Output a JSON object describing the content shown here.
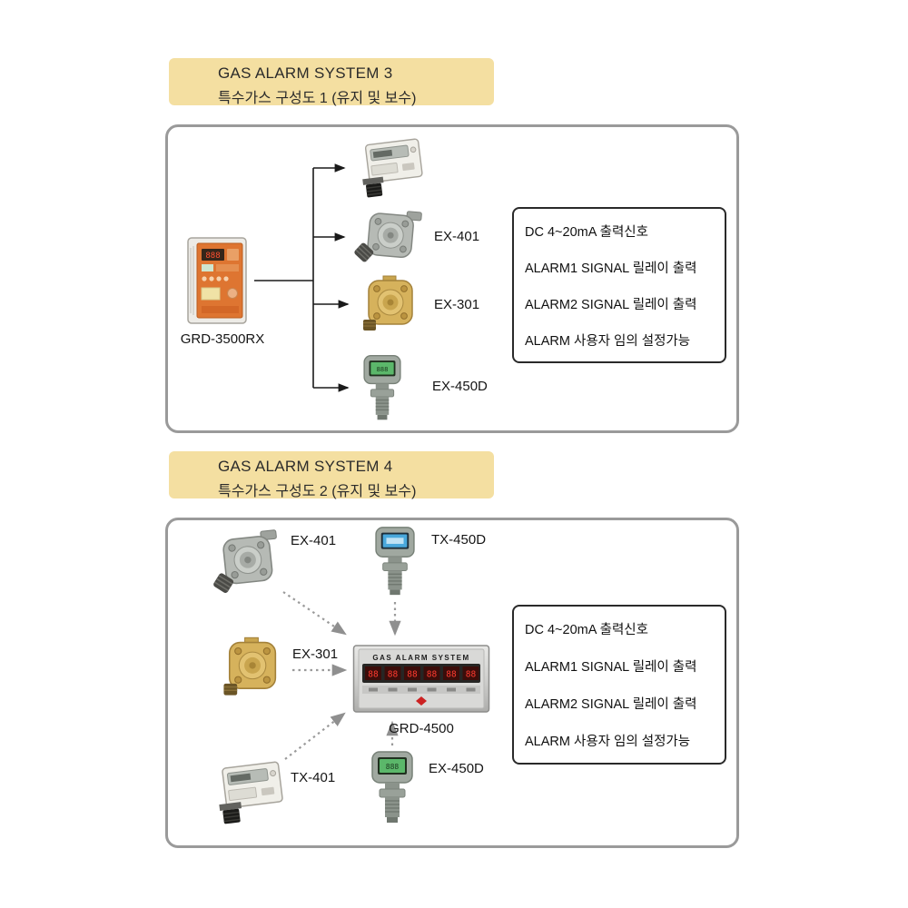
{
  "colors": {
    "header_bg": "#f4dfa1",
    "panel_border": "#9a9a9a",
    "infobox_border": "#2a2a2a",
    "arrow_solid": "#1a1a1a",
    "arrow_dotted": "#9a9a9a",
    "led_red": "#ff3b30",
    "lcd_green": "#5bb76a",
    "lcd_blue": "#49a8dc",
    "brass": "#d6b25c",
    "controller_orange": "#de7531"
  },
  "displays": {
    "led": "888",
    "lcd": "888"
  },
  "section1": {
    "header": {
      "line1": "GAS ALARM SYSTEM 3",
      "line2": "특수가스 구성도 1 (유지 및 보수)"
    },
    "controller": {
      "label": "GRD-3500RX"
    },
    "device_labels": {
      "ex401": "EX-401",
      "ex301": "EX-301",
      "ex450d": "EX-450D"
    },
    "infobox": {
      "lines": [
        "DC 4~20mA 출력신호",
        "ALARM1 SIGNAL 릴레이 출력",
        "ALARM2 SIGNAL 릴레이 출력",
        "ALARM 사용자 임의 설정가능"
      ]
    }
  },
  "section2": {
    "header": {
      "line1": "GAS ALARM SYSTEM 4",
      "line2": "특수가스 구성도 2 (유지 및 보수)"
    },
    "controller": {
      "label": "GRD-4500",
      "panel_title": "GAS ALARM SYSTEM",
      "led_values": [
        "88",
        "88",
        "88",
        "88",
        "88",
        "88"
      ]
    },
    "device_labels": {
      "ex401": "EX-401",
      "tx450d": "TX-450D",
      "ex301": "EX-301",
      "tx401": "TX-401",
      "ex450d": "EX-450D"
    },
    "infobox": {
      "lines": [
        "DC 4~20mA 출력신호",
        "ALARM1 SIGNAL 릴레이 출력",
        "ALARM2 SIGNAL 릴레이 출력",
        "ALARM 사용자 임의 설정가능"
      ]
    }
  }
}
